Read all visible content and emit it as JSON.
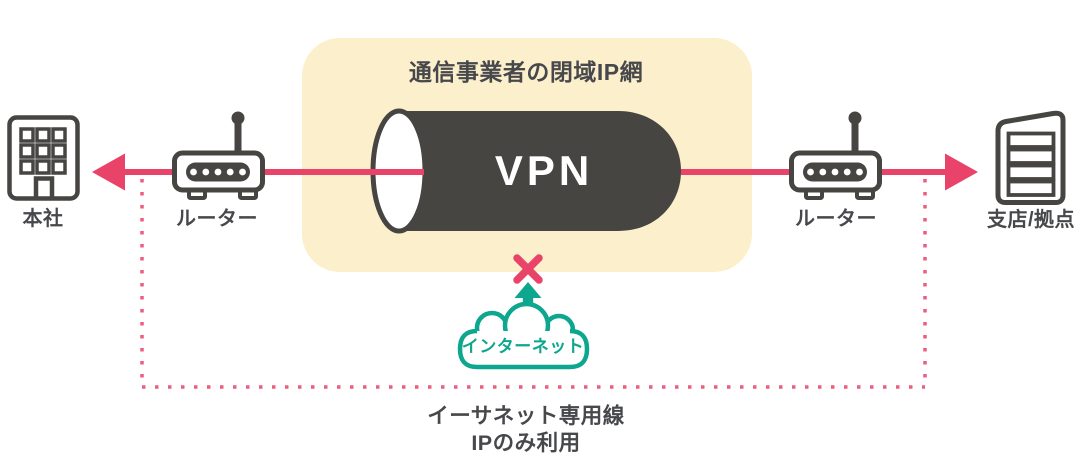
{
  "diagram": {
    "colors": {
      "accent_pink": "#e9436a",
      "dotted_pink": "#ee5c80",
      "teal": "#0da68e",
      "tunnel_dark": "#474542",
      "panel_cream": "#fcefcb",
      "text_dark": "#47484b"
    },
    "closed_network": {
      "title": "通信事業者の閉域IP網",
      "tunnel_label": "VPN"
    },
    "nodes": {
      "headquarters": {
        "label": "本社",
        "icon": "office-building-icon"
      },
      "router_left": {
        "label": "ルーター",
        "icon": "router-icon"
      },
      "router_right": {
        "label": "ルーター",
        "icon": "router-icon"
      },
      "branch": {
        "label": "支店/拠点",
        "icon": "server-icon"
      }
    },
    "internet": {
      "label": "インターネット",
      "icon": "cloud-icon",
      "blocked_icon": "x-mark-icon"
    },
    "dedicated_line": {
      "label_line1": "イーサネット専用線",
      "label_line2": "IPのみ利用"
    }
  }
}
